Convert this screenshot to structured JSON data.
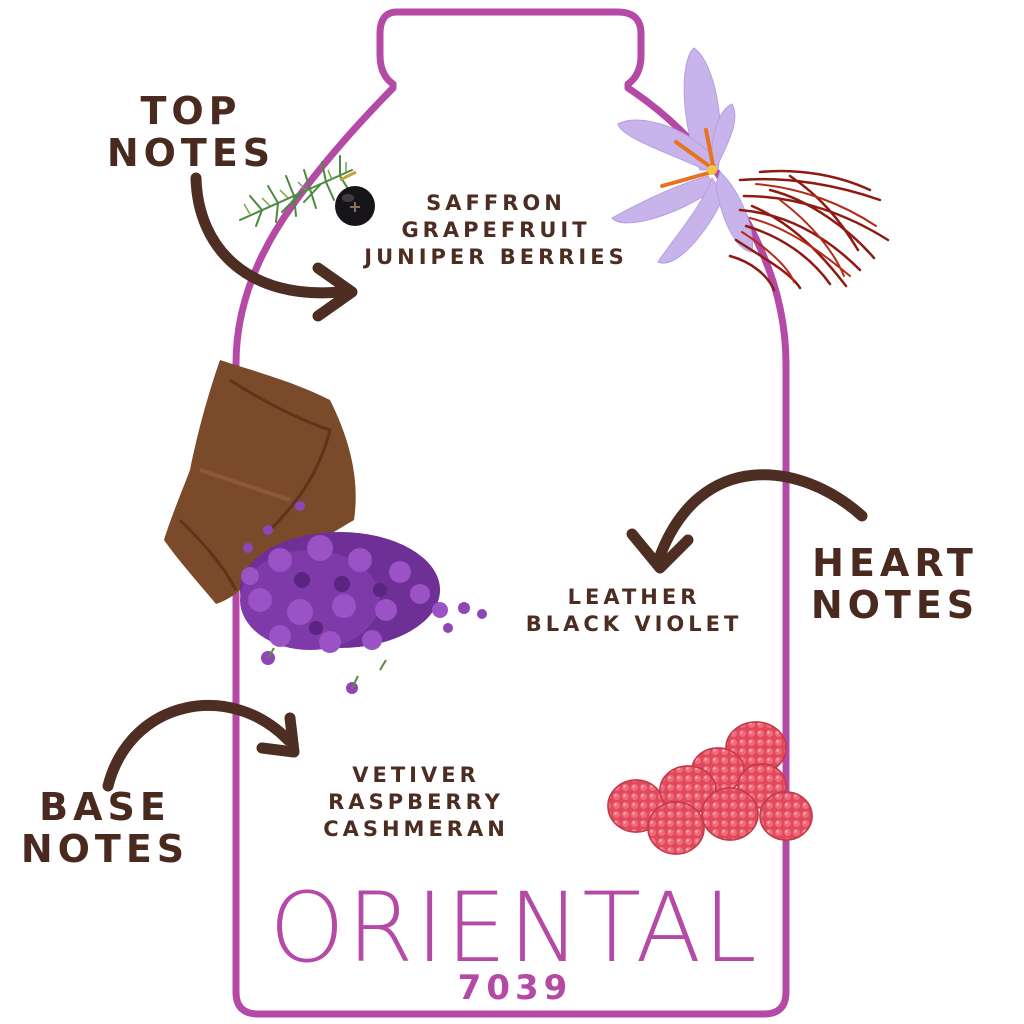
{
  "top_label": [
    "TOP",
    "NOTES"
  ],
  "heart_label": [
    "HEART",
    "NOTES"
  ],
  "base_label": [
    "BASE",
    "NOTES"
  ],
  "top_notes": [
    "SAFFRON",
    "GRAPEFRUIT",
    "JUNIPER BERRIES"
  ],
  "heart_notes": [
    "LEATHER",
    "BLACK VIOLET"
  ],
  "base_notes": [
    "VETIVER",
    "RASPBERRY",
    "CASHMERAN"
  ],
  "title": "ORIENTAL",
  "code": "7039",
  "colors": {
    "bottle_outline": "#b44aa6",
    "label_brown": "#4a2a1e",
    "arrow_brown": "#4e2d22"
  },
  "illustrations": [
    "juniper-branch",
    "blackcurrant",
    "saffron-crocus",
    "saffron-threads",
    "leather-cloth",
    "violet-flowers",
    "raspberries"
  ]
}
